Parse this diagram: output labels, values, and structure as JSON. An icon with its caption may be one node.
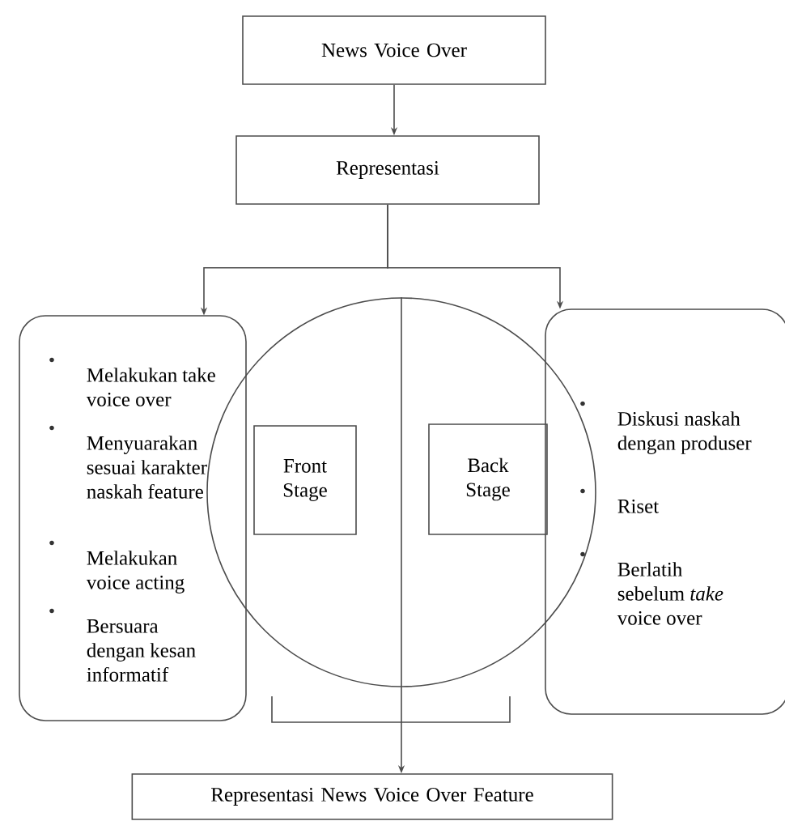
{
  "diagram": {
    "nodes": [
      {
        "text": [
          "News Voice Over"
        ]
      },
      {
        "text": [
          "Representasi"
        ]
      },
      {
        "text": [
          "Melakukan take voice over",
          "Menyuarakan sesuai karakter naskah feature",
          "Melakukan voice acting",
          "Bersuara dengan kesan informatif"
        ]
      },
      {
        "text": [],
        "shape": "circle"
      },
      {
        "text": [
          "Front Stage"
        ],
        "in": 3
      },
      {
        "text": [
          "Back Stage"
        ],
        "in": 3
      },
      {
        "text": [
          "Diskusi naskah dengan produser",
          "Riset",
          "Berlatih sebelum *take* voice over"
        ]
      },
      {
        "text": [
          "Representasi  News Voice Over Feature"
        ]
      }
    ],
    "edges": [
      {
        "from": 0,
        "to": 1,
        "arrow": "to"
      },
      {
        "from": 1,
        "to": 2,
        "arrow": "to"
      },
      {
        "from": 1,
        "to": 6,
        "arrow": "to"
      },
      {
        "from": 3,
        "to": 7,
        "arrow": "to"
      }
    ]
  }
}
